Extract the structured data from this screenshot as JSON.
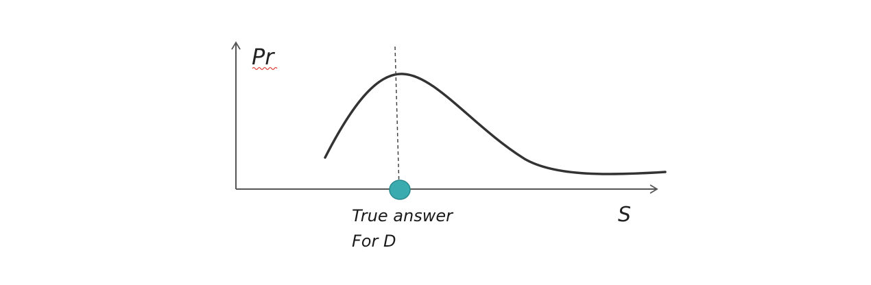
{
  "diagram": {
    "y_axis_label": "Pr",
    "x_axis_label": "S",
    "marker_caption_line1": "True answer",
    "marker_caption_line2": "For D"
  },
  "colors": {
    "axis": "#555555",
    "curve": "#333333",
    "marker_fill": "#3aabae",
    "marker_stroke": "#2a8a8e",
    "spellcheck_underline": "#e0403a"
  }
}
